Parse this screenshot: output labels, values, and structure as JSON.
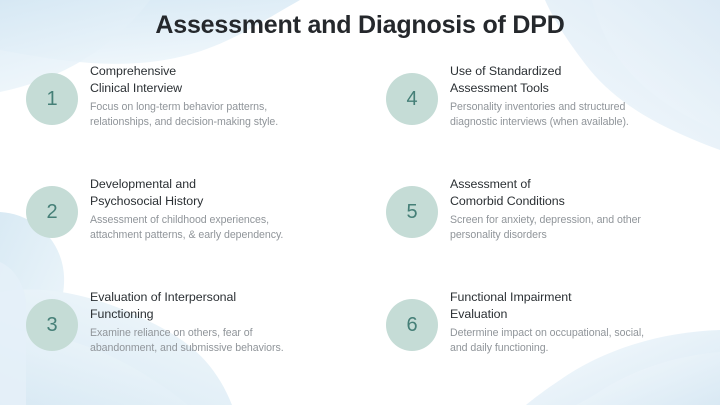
{
  "slide": {
    "title": "Assessment and Diagnosis of DPD",
    "background_color": "#ffffff",
    "accent_blue": "#dcebf5",
    "badge_fill": "#c5dcd6",
    "badge_text_color": "#457f77",
    "heading_color": "#2b3034",
    "body_color": "#90959a",
    "title_color": "#25282c"
  },
  "items": [
    {
      "number": "1",
      "heading": "Comprehensive\nClinical Interview",
      "description": "Focus on long-term behavior patterns,\nrelationships, and decision-making style."
    },
    {
      "number": "2",
      "heading": "Developmental and\nPsychosocial History",
      "description": "Assessment of childhood experiences,\nattachment patterns, & early dependency."
    },
    {
      "number": "3",
      "heading": "Evaluation of Interpersonal\nFunctioning",
      "description": "Examine reliance on others, fear of\nabandonment, and submissive behaviors."
    },
    {
      "number": "4",
      "heading": "Use of Standardized\nAssessment Tools",
      "description": "Personality inventories and structured\ndiagnostic interviews (when available)."
    },
    {
      "number": "5",
      "heading": "Assessment of\nComorbid Conditions",
      "description": "Screen for anxiety, depression, and other\npersonality disorders"
    },
    {
      "number": "6",
      "heading": "Functional Impairment\nEvaluation",
      "description": "Determine impact on occupational, social,\nand daily functioning."
    }
  ]
}
